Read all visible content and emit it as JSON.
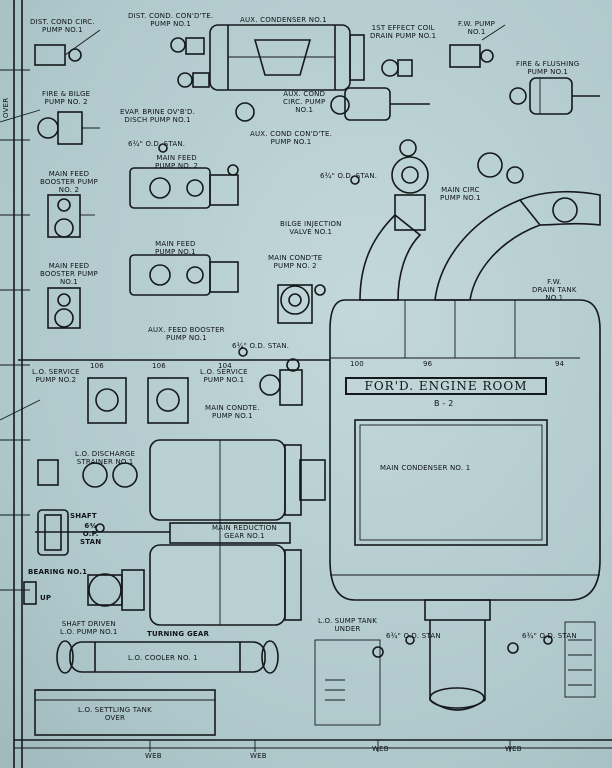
{
  "title": "FOR'D. ENGINE ROOM",
  "section": "B - 2",
  "main_condenser_label": "MAIN CONDENSER NO. 1",
  "labels": {
    "dist_cond_circ_pump": "DIST. COND CIRC.\nPUMP NO.1",
    "dist_cond_condte_pump": "DIST. COND. CON'D'TE.\nPUMP NO.1",
    "aux_condenser": "AUX. CONDENSER NO.1",
    "first_effect_coil_drain": "1ST EFFECT COIL\nDRAIN PUMP NO.1",
    "fw_pump": "F.W. PUMP\nNO.1",
    "fire_flushing_pump": "FIRE & FLUSHING\nPUMP NO.1",
    "fire_bilge_pump": "FIRE & BILGE\nPUMP NO. 2",
    "evap_brine_pump": "EVAP. BRINE OV'B'D.\nDISCH PUMP NO.1",
    "aux_cond_circ_pump": "AUX. COND\nCIRC. PUMP\nNO.1",
    "aux_cond_condte_pump": "AUX. COND CON'D'TE.\nPUMP NO.1",
    "main_feed_pump_2": "MAIN FEED\nPUMP NO. 2",
    "main_feed_booster_2": "MAIN FEED\nBOOSTER PUMP\nNO. 2",
    "main_circ_pump": "MAIN CIRC\nPUMP NO.1",
    "bilge_injection_valve": "BILGE INJECTION\nVALVE NO.1",
    "main_feed_pump_1": "MAIN FEED\nPUMP NO.1",
    "main_feed_booster_1": "MAIN FEED\nBOOSTER PUMP\nNO.1",
    "main_condte_pump_2": "MAIN COND'TE\nPUMP NO. 2",
    "fw_drain_tank": "F.W.\nDRAIN TANK\nNO.1",
    "aux_feed_booster_pump": "AUX. FEED BOOSTER\nPUMP NO.1",
    "lo_service_pump_2": "L.O. SERVICE\nPUMP NO.2",
    "lo_service_pump_1": "L.O. SERVICE\nPUMP NO.1",
    "main_condte_pump_1": "MAIN CONDTE.\nPUMP NO.1",
    "lo_discharge_strainer": "L.O. DISCHARGE\nSTRAINER NO.1",
    "shaft": "SHAFT",
    "main_reduction_gear": "MAIN REDUCTION\nGEAR NO.1",
    "bearing": "BEARING NO.1",
    "up": "UP",
    "shaft_driven_lo_pump": "SHAFT DRIVEN\nL.O. PUMP NO.1",
    "turning_gear": "TURNING GEAR",
    "lo_sump_tank": "L.O. SUMP TANK\nUNDER",
    "lo_cooler": "L.O. COOLER NO. 1",
    "lo_settling_tank": "L.O. SETTLING TANK\nOVER",
    "web_1": "WEB",
    "web_2": "WEB",
    "web_3": "WEB",
    "web_4": "WEB",
    "over": "OVER",
    "stan_1": "6¾\" O.D. STAN.",
    "stan_2": "6¾\" O.D. STAN.",
    "stan_3": "6¾\" O.D. STAN.",
    "stan_4": "6¾\" O.D. STAN",
    "stan_5": "6¾\" O.D. STAN",
    "stan_shaft": "6¾\nO.P.\nSTAN",
    "frame_106a": "106",
    "frame_106b": "106",
    "frame_104": "104",
    "frame_100": "100",
    "frame_96": "96",
    "frame_94": "94"
  }
}
